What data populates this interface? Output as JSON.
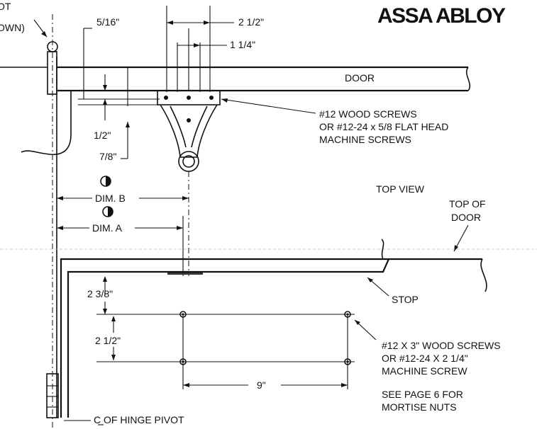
{
  "brand": "ASSA ABLOY",
  "labels": {
    "pivot_line1": "OT",
    "pivot_line2": "OWN)",
    "dim_5_16": "5/16\"",
    "dim_2_1_2_top": "2 1/2\"",
    "dim_1_1_4": "1 1/4\"",
    "door": "DOOR",
    "screws_top_1": "#12 WOOD SCREWS",
    "screws_top_2": "OR #12-24 x 5/8 FLAT HEAD",
    "screws_top_3": "MACHINE SCREWS",
    "dim_1_2": "1/2\"",
    "dim_7_8": "7/8\"",
    "dim_b": "DIM. B",
    "dim_a": "DIM. A",
    "top_view": "TOP VIEW",
    "top_of_door_1": "TOP OF",
    "top_of_door_2": "DOOR",
    "dim_2_3_8": "2 3/8\"",
    "stop": "STOP",
    "dim_2_1_2_side": "2 1/2\"",
    "screws_bottom_1": "#12 X 3\" WOOD SCREWS",
    "screws_bottom_2": "OR #12-24 X 2 1/4\"",
    "screws_bottom_3": "MACHINE SCREW",
    "dim_9": "9\"",
    "see_page_1": "SEE PAGE 6 FOR",
    "see_page_2": "MORTISE NUTS",
    "hinge_pivot": "C OF HINGE PIVOT"
  }
}
